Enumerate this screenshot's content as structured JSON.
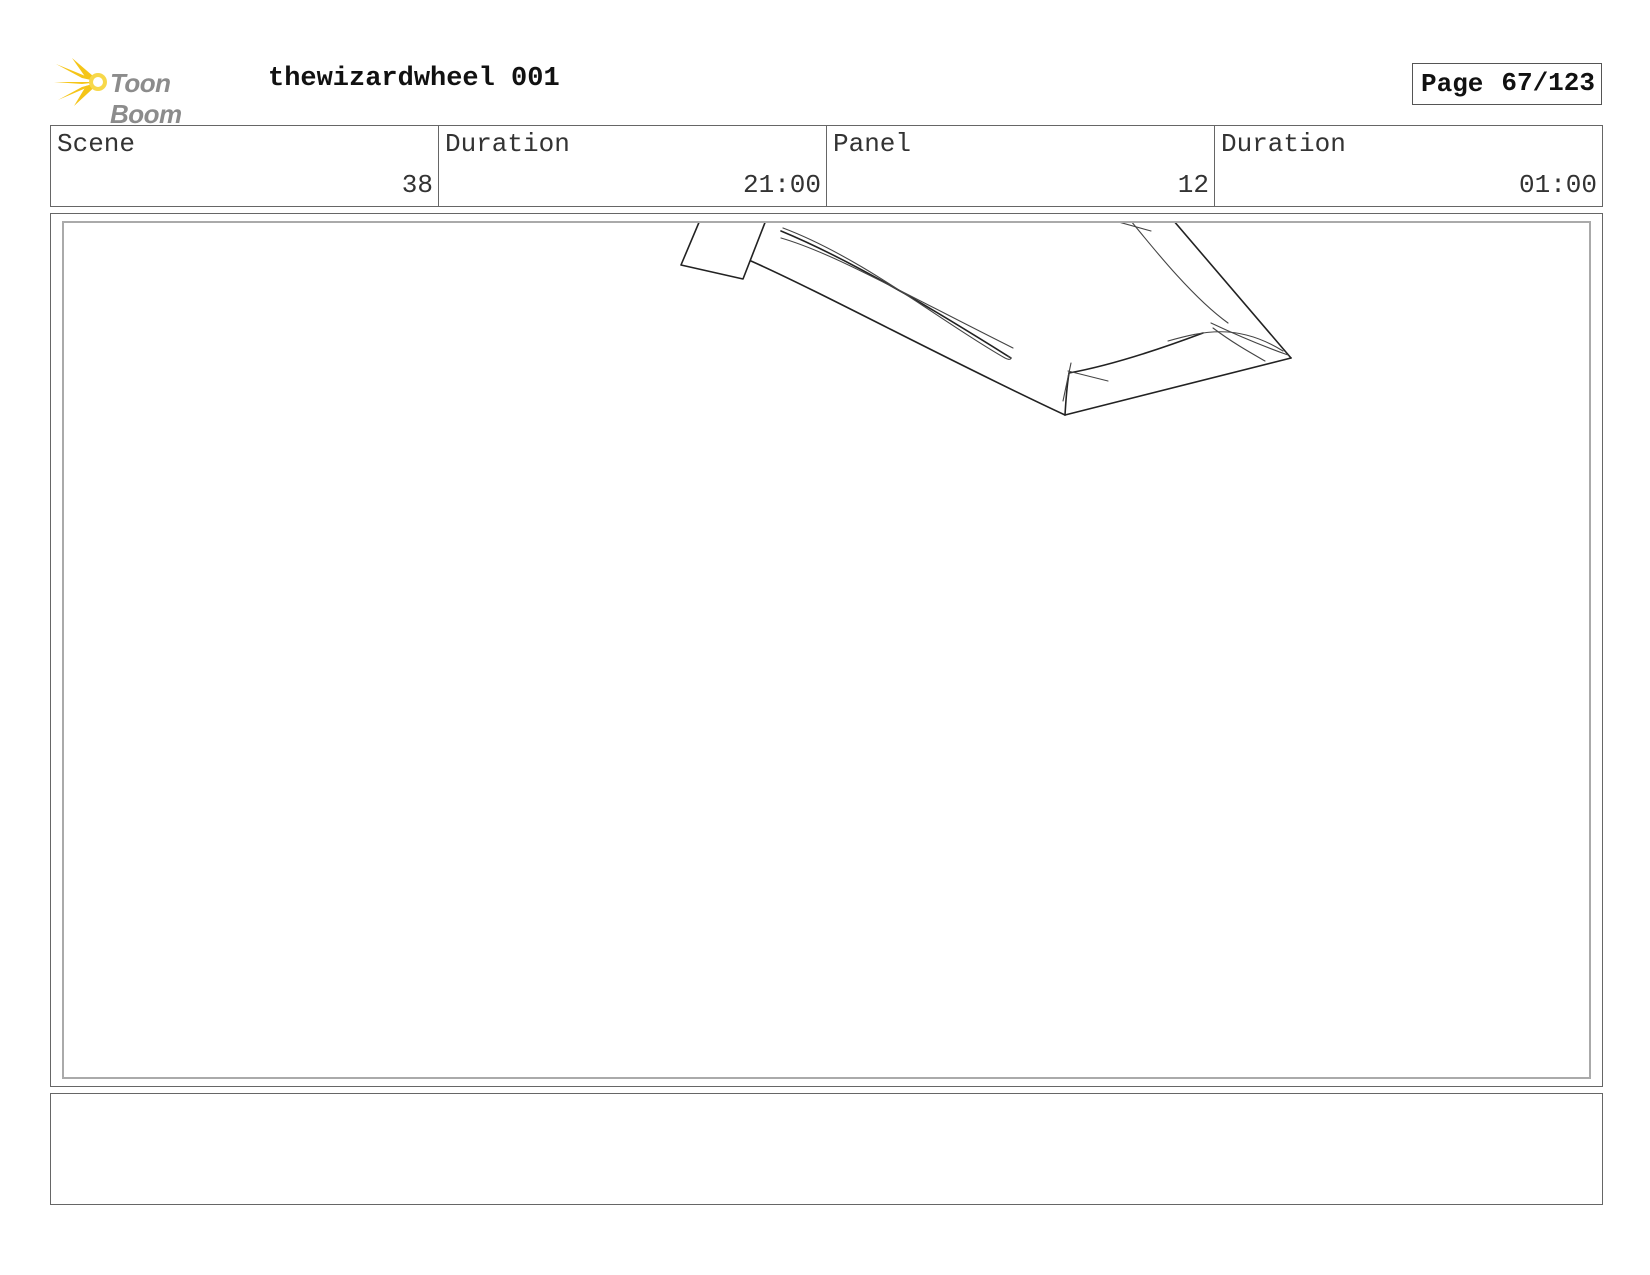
{
  "header": {
    "logo_text": "Toon Boom",
    "project_title": "thewizardwheel 001",
    "page_label": "Page",
    "page_value": "67/123"
  },
  "info": {
    "scene_label": "Scene",
    "scene_value": "38",
    "scene_duration_label": "Duration",
    "scene_duration_value": "21:00",
    "panel_label": "Panel",
    "panel_value": "12",
    "panel_duration_label": "Duration",
    "panel_duration_value": "01:00"
  },
  "colors": {
    "logo_burst": "#f5c518",
    "logo_text": "#8c8c8c",
    "border": "#666666"
  },
  "notes": {
    "text": ""
  }
}
